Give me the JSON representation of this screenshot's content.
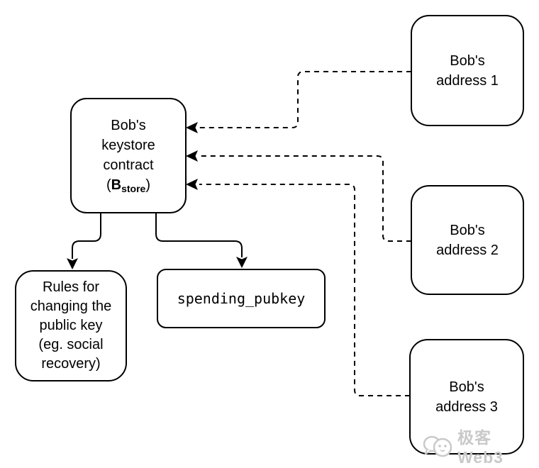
{
  "diagram": {
    "keystore_box": {
      "lines": "Bob's\nkeystore\ncontract",
      "paren_open": "(",
      "symbol": "B",
      "symbol_sub": "store",
      "paren_close": ")"
    },
    "address_box_1": {
      "label": "Bob's\naddress 1"
    },
    "address_box_2": {
      "label": "Bob's\naddress 2"
    },
    "address_box_3": {
      "label": "Bob's\naddress 3"
    },
    "rules_box": {
      "label": "Rules for\nchanging the\npublic key\n(eg. social\nrecovery)"
    },
    "spending_box": {
      "label": "spending_pubkey"
    },
    "colors": {
      "stroke": "#000000",
      "box_fill": "#ffffff"
    }
  },
  "watermark": {
    "text": "极客 Web3",
    "color": "#c9c9c9"
  }
}
